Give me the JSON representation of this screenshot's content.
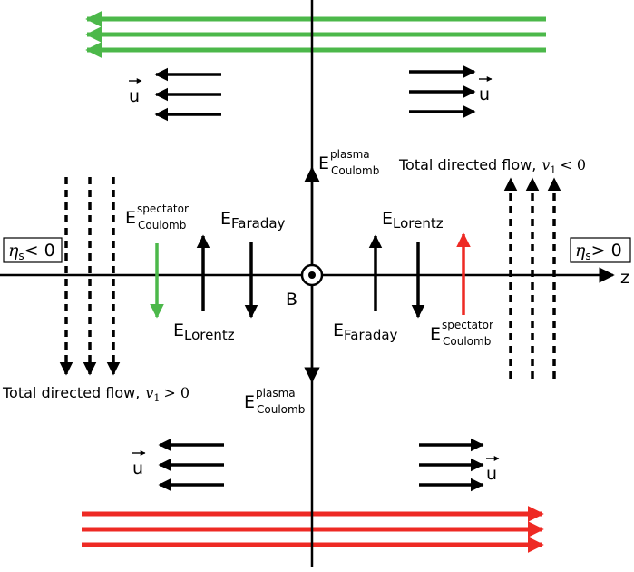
{
  "colors": {
    "green": "#4cb84a",
    "red": "#ee2a24",
    "black": "#000000"
  },
  "labels": {
    "z_axis": "z",
    "b_field": "B",
    "velocity": "u",
    "e_symbol": "E",
    "plasma_sup": "plasma",
    "coulomb_sub": "Coulomb",
    "spectator_sup": "spectator",
    "faraday_sub": "Faraday",
    "lorentz_sub": "Lorentz",
    "eta_symbol": "η",
    "eta_sub": "s",
    "eta_left_rel": "< 0",
    "eta_right_rel": "> 0",
    "flow_text": "Total directed flow,",
    "v_symbol": "v",
    "v_sub": "1",
    "flow_top_rel": "< 0",
    "flow_bottom_rel": "> 0"
  }
}
